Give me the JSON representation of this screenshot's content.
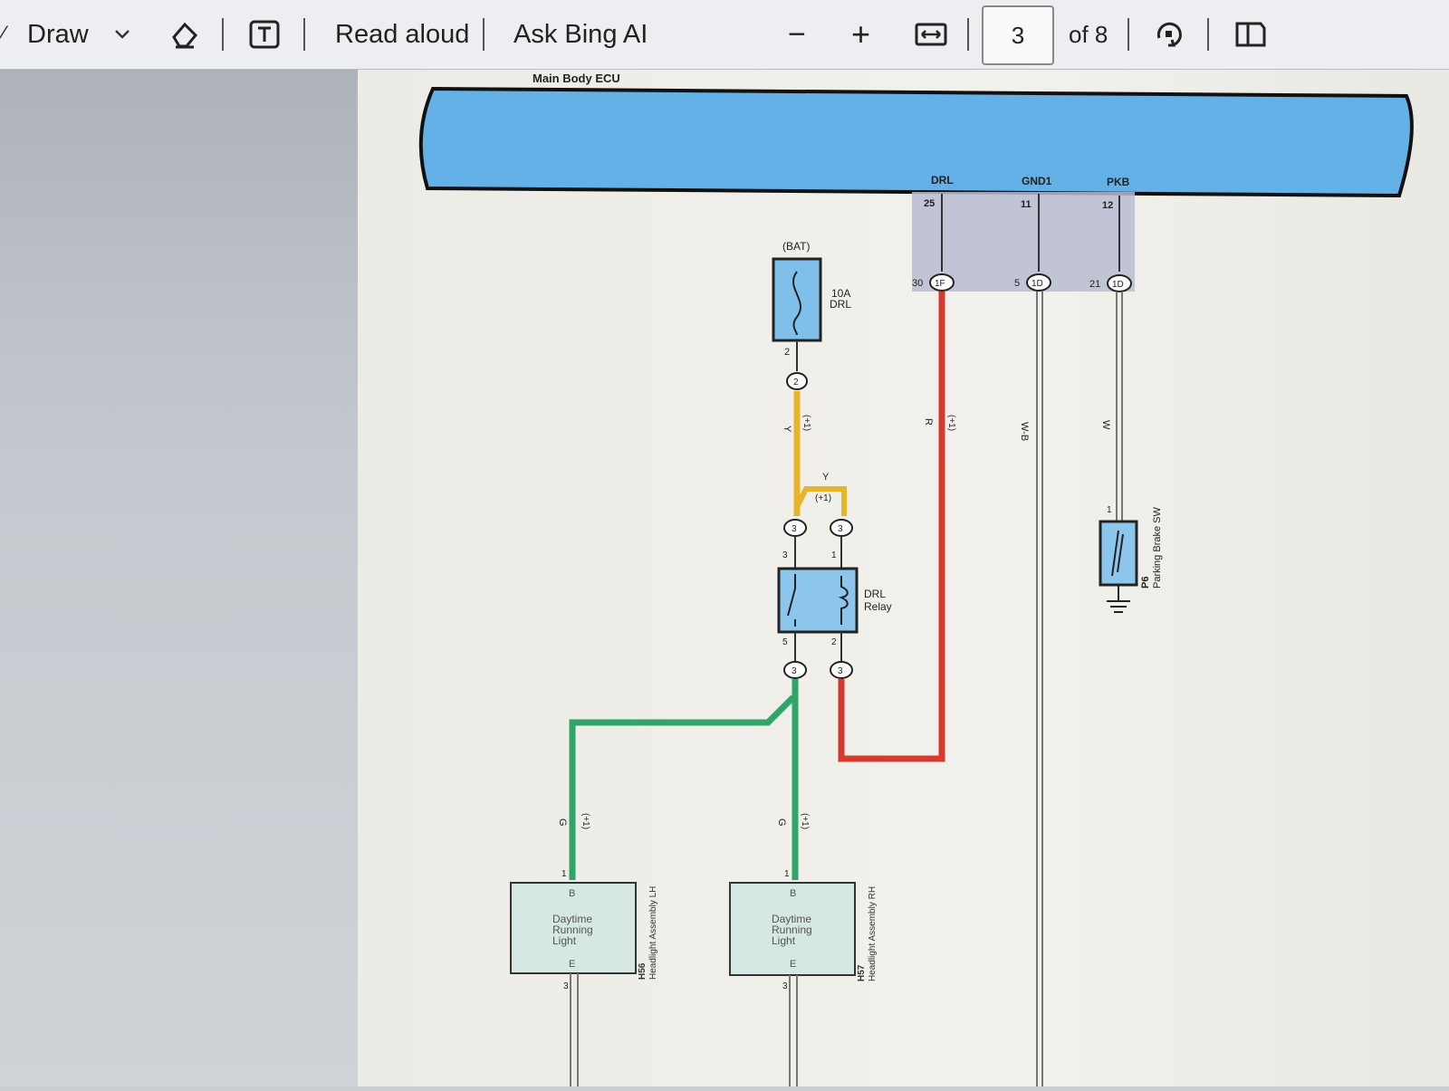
{
  "toolbar": {
    "draw_label": "Draw",
    "read_aloud_label": "Read aloud",
    "ask_bing_label": "Ask Bing AI",
    "zoom_out_symbol": "−",
    "zoom_in_symbol": "+",
    "page_number": "3",
    "page_total": "of 8",
    "icons": [
      "chevron-down-icon",
      "eraser-icon",
      "text-box-icon",
      "fit-width-icon",
      "rotate-icon",
      "page-view-icon"
    ]
  },
  "diagram": {
    "ecu_label": "Main Body ECU",
    "ecu_pins": [
      {
        "name": "DRL",
        "num": "25"
      },
      {
        "name": "GND1",
        "num": "11"
      },
      {
        "name": "PKB",
        "num": "12"
      }
    ],
    "connectors": [
      {
        "pin": "30",
        "id": "1F"
      },
      {
        "pin": "5",
        "id": "1D"
      },
      {
        "pin": "21",
        "id": "1D"
      }
    ],
    "fuse": {
      "source": "(BAT)",
      "rating": "10A",
      "name": "DRL",
      "pin": "2",
      "conn": "2"
    },
    "wire_codes": {
      "y1": "Y",
      "y1_note": "(+1)",
      "y2": "Y",
      "y2_note": "(+1)",
      "r": "R",
      "r_note": "(+1)",
      "wb": "W-B",
      "w": "W",
      "g1": "G",
      "g1_note": "(+1)",
      "g2": "G",
      "g2_note": "(+1)"
    },
    "relay": {
      "line1": "DRL",
      "line2": "Relay",
      "pin3": "3",
      "pin1": "1",
      "pin5": "5",
      "pin2": "2",
      "conn": "3"
    },
    "parking_brake": {
      "id": "P6",
      "name": "Parking Brake SW",
      "pin": "1"
    },
    "lamp_lh": {
      "top": "B",
      "bottom": "E",
      "line1": "Daytime",
      "line2": "Running",
      "line3": "Light",
      "id": "H56",
      "name": "Headlight Assembly LH",
      "pin_top": "1",
      "pin_bot": "3"
    },
    "lamp_rh": {
      "top": "B",
      "bottom": "E",
      "line1": "Daytime",
      "line2": "Running",
      "line3": "Light",
      "id": "H57",
      "name": "Headlight Assembly RH",
      "pin_top": "1",
      "pin_bot": "3"
    }
  }
}
